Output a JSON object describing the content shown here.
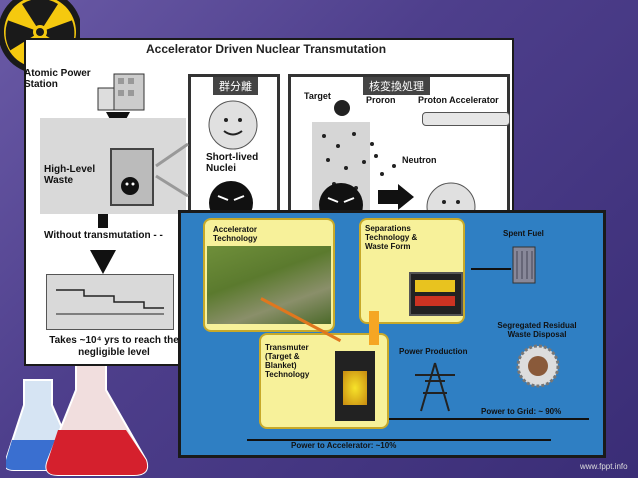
{
  "back_diagram": {
    "title": "Accelerator Driven Nuclear Transmutation",
    "atomic_power_station": "Atomic Power Station",
    "high_level_waste": "High-Level Waste",
    "without_transmutation": "Without transmutation - -",
    "takes_years": "Takes ~10⁴ yrs to reach the negligible level",
    "separation_header": "群分離",
    "short_lived": "Short-lived Nuclei",
    "transmutation_header": "核変換処理",
    "target": "Target",
    "proron": "Proron",
    "proton_accelerator": "Proton Accelerator",
    "neutron": "Neutron"
  },
  "front_diagram": {
    "accelerator_technology": "Accelerator Technology",
    "separations": "Separations Technology & Waste Form",
    "spent_fuel": "Spent Fuel",
    "segregated": "Segregated Residual Waste Disposal",
    "transmuter": "Transmuter (Target & Blanket) Technology",
    "power_production": "Power Production",
    "power_to_grid": "Power to Grid: ~ 90%",
    "power_to_accelerator": "Power to Accelerator: ~10%"
  },
  "footer": {
    "site": "www.fppt.info"
  },
  "icons": [
    "radiation-icon",
    "beaker-icon",
    "power-tower-icon"
  ]
}
